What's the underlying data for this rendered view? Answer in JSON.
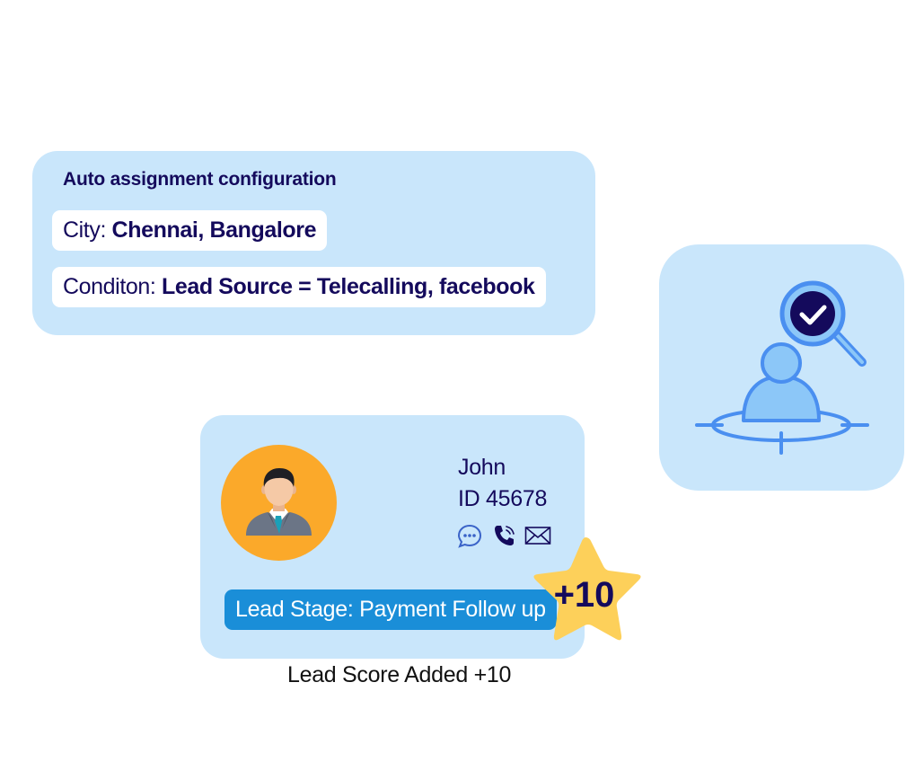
{
  "config": {
    "title": "Auto assignment configuration",
    "city_label": "City: ",
    "city_value": "Chennai, Bangalore",
    "condition_label": "Conditon: ",
    "condition_value": "Lead Source = Telecalling, facebook"
  },
  "lead": {
    "name": "John",
    "id": "ID 45678",
    "stage": "Lead Stage: Payment Follow up",
    "contact_icons": [
      "chat-icon",
      "phone-icon",
      "mail-icon"
    ]
  },
  "score_badge": {
    "text": "+10"
  },
  "caption": "Lead Score Added +10",
  "icons": {
    "search_person": "search-person-icon",
    "avatar": "user-avatar-icon"
  },
  "colors": {
    "card_bg": "#c9e6fb",
    "text_dark": "#140a5c",
    "pill_blue": "#1a8ed8",
    "avatar_orange": "#fba92a",
    "star_yellow": "#fdd05a",
    "icon_blue": "#4a8ff0"
  }
}
